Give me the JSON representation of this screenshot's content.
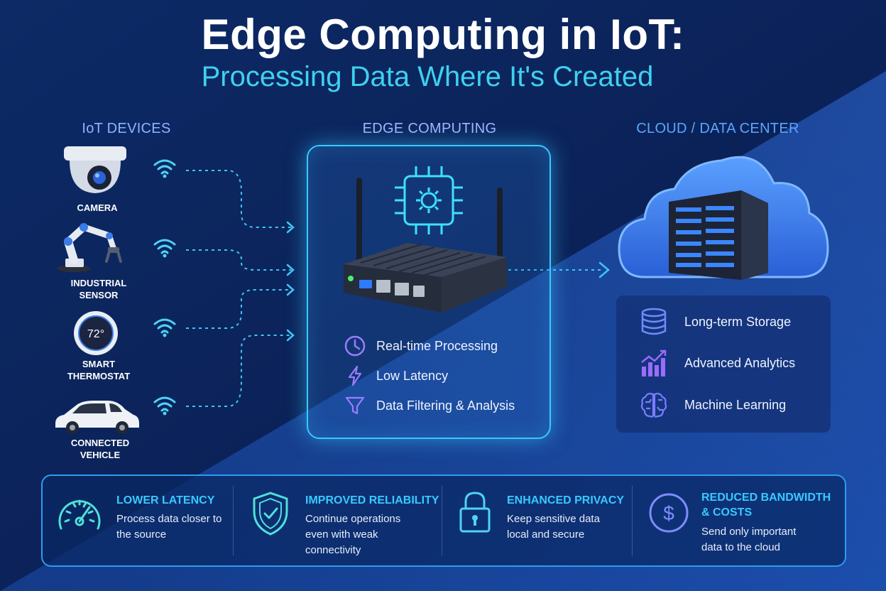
{
  "header": {
    "title": "Edge Computing in IoT:",
    "subtitle": "Processing Data Where It's Created"
  },
  "columns": {
    "iot": "IoT DEVICES",
    "edge": "EDGE COMPUTING",
    "cloud": "CLOUD / DATA CENTER"
  },
  "devices": [
    {
      "label": "CAMERA",
      "icon": "camera-icon"
    },
    {
      "label": "INDUSTRIAL SENSOR",
      "icon": "robot-arm-icon"
    },
    {
      "label": "SMART THERMOSTAT",
      "icon": "thermostat-icon",
      "display": "72°"
    },
    {
      "label": "CONNECTED VEHICLE",
      "icon": "car-icon"
    }
  ],
  "edge": {
    "features": [
      {
        "label": "Real-time Processing",
        "icon": "clock-icon"
      },
      {
        "label": "Low Latency",
        "icon": "lightning-icon"
      },
      {
        "label": "Data Filtering & Analysis",
        "icon": "filter-icon"
      }
    ]
  },
  "cloud": {
    "features": [
      {
        "label": "Long-term Storage",
        "icon": "database-icon"
      },
      {
        "label": "Advanced Analytics",
        "icon": "bar-chart-icon"
      },
      {
        "label": "Machine Learning",
        "icon": "brain-icon"
      }
    ]
  },
  "benefits": [
    {
      "title": "LOWER LATENCY",
      "text": "Process data closer to the source",
      "icon": "speedometer-icon"
    },
    {
      "title": "IMPROVED RELIABILITY",
      "text": "Continue operations even with weak connectivity",
      "icon": "shield-check-icon"
    },
    {
      "title": "ENHANCED PRIVACY",
      "text": "Keep sensitive data local and secure",
      "icon": "padlock-icon"
    },
    {
      "title": "REDUCED BANDWIDTH & COSTS",
      "text": "Send only important data to the cloud",
      "icon": "dollar-icon"
    }
  ],
  "colors": {
    "background": "#0b1f4d",
    "accent": "#38c9ff",
    "title": "#ffffff",
    "subtitle": "#3fd0f0"
  }
}
